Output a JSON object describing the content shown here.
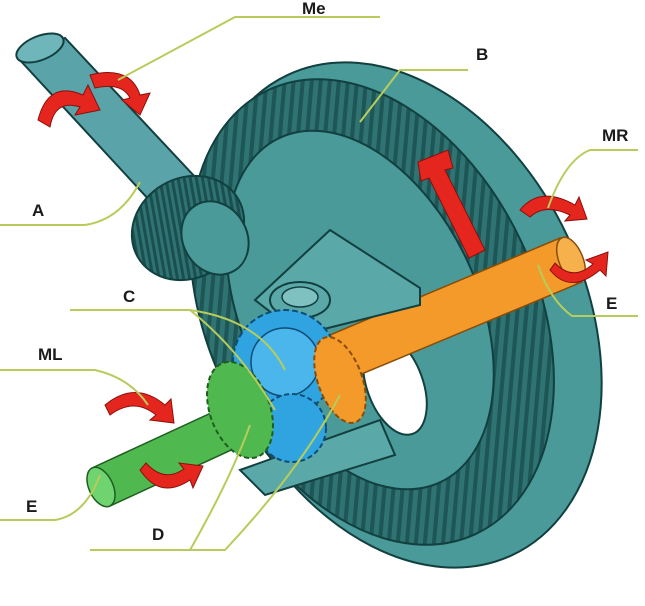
{
  "labels": {
    "me": "Me",
    "b": "B",
    "mr": "MR",
    "a": "A",
    "e_right": "E",
    "c": "C",
    "ml": "ML",
    "e_left": "E",
    "d": "D"
  },
  "colors": {
    "housing": "#4a9a9a",
    "housing_dark": "#1f5f5f",
    "teeth": "#2e6e6e",
    "shaft_left": "#4fb84f",
    "shaft_right": "#f39a2a",
    "spider_gear": "#2fa4e0",
    "side_gear_right": "#f39a2a",
    "side_gear_left": "#4fb84f",
    "arrow": "#e5261f",
    "leader": "#b7cc5a"
  },
  "icons": {
    "rotation_arrow": "curved-arrow-icon",
    "direction_arrow": "straight-arrow-icon"
  }
}
